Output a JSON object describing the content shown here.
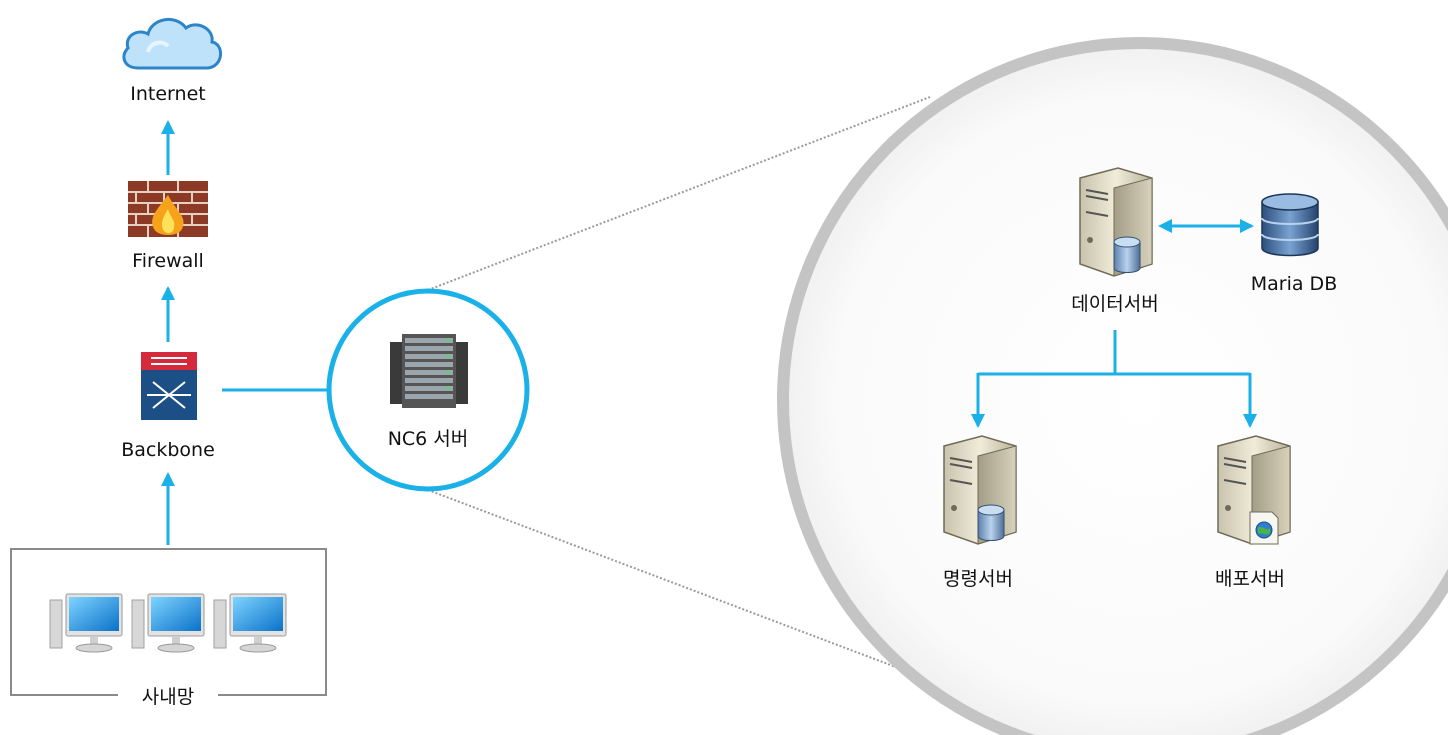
{
  "nodes": {
    "internet": "Internet",
    "firewall": "Firewall",
    "backbone": "Backbone",
    "intranet": "사내망",
    "nc6": "NC6 서버",
    "data_server": "데이터서버",
    "maria_db": "Maria DB",
    "command_server": "명령서버",
    "deploy_server": "배포서버"
  },
  "colors": {
    "arrow": "#1ab0e8",
    "big_circle_border": "#c4c4c4",
    "small_circle_border": "#1ab0e8",
    "zoom_line": "#9a9a9a"
  },
  "icons": {
    "internet": "cloud-icon",
    "firewall": "firewall-icon",
    "backbone": "switch-icon",
    "intranet": "desktop-computer-icon",
    "nc6": "server-rack-icon",
    "data_server": "database-server-icon",
    "maria_db": "database-icon",
    "command_server": "database-server-icon",
    "deploy_server": "web-server-icon"
  }
}
